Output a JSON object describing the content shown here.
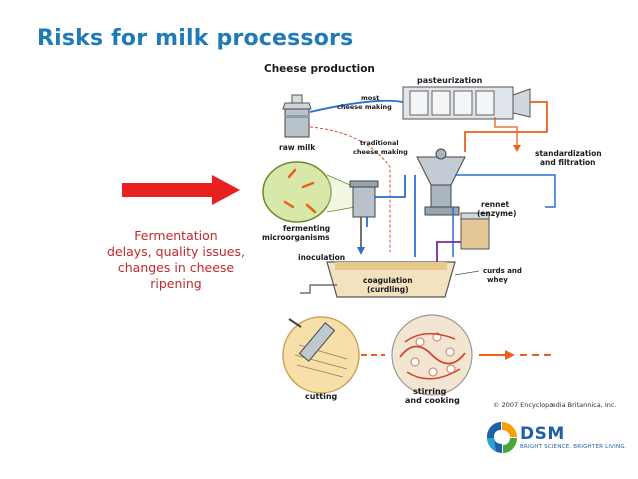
{
  "slide": {
    "title": "Risks for milk processors",
    "note_lines": [
      "Fermentation",
      "delays, quality issues,",
      "changes in cheese",
      "ripening"
    ]
  },
  "diagram": {
    "title": "Cheese production",
    "labels": {
      "pasteurization": "pasteurization",
      "most_1": "most",
      "most_2": "cheese making",
      "traditional_1": "traditional",
      "traditional_2": "cheese making",
      "raw_milk": "raw milk",
      "standardization_1": "standardization",
      "standardization_2": "and filtration",
      "rennet_1": "rennet",
      "rennet_2": "(enzyme)",
      "fermenting_1": "fermenting",
      "fermenting_2": "microorganisms",
      "inoculation": "inoculation",
      "coagulation_1": "coagulation",
      "coagulation_2": "(curdling)",
      "curds_1": "curds and",
      "curds_2": "whey",
      "cutting": "cutting",
      "stirring_1": "stirring",
      "stirring_2": "and cooking"
    },
    "copyright": "© 2007 Encyclopædia Britannica, Inc."
  },
  "brand": {
    "name": "DSM",
    "tagline": "BRIGHT SCIENCE. BRIGHTER LIVING."
  },
  "colors": {
    "title": "#1f7ab8",
    "note": "#c0282d",
    "arrow": "#e8201f",
    "flow_blue": "#2a6fd0",
    "flow_orange": "#e8621e"
  }
}
